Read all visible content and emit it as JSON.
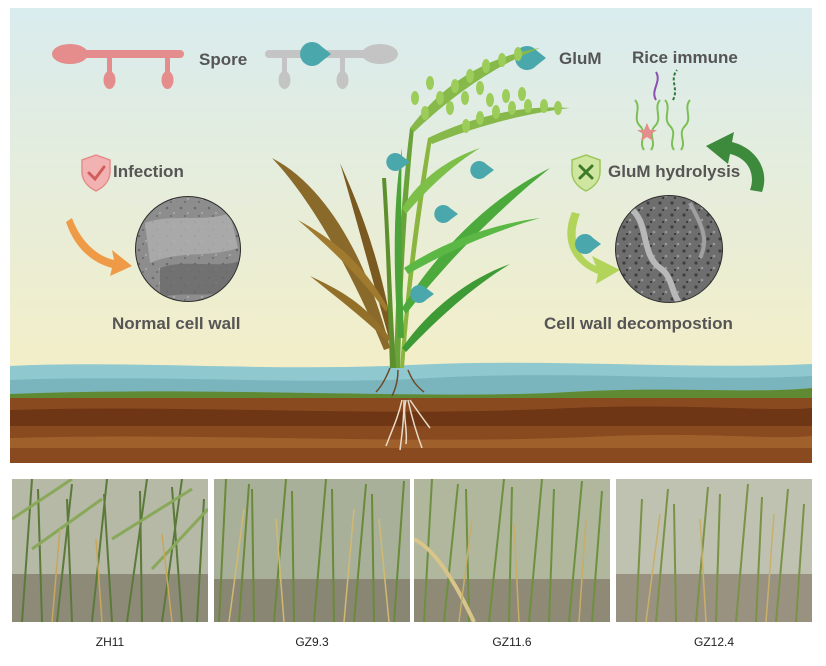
{
  "legend": {
    "spore_label": "Spore",
    "glum_label": "GluM",
    "rice_immune_label": "Rice immune"
  },
  "left_panel": {
    "infection_label": "Infection",
    "normal_cell_wall_label": "Normal cell wall"
  },
  "right_panel": {
    "hydrolysis_label": "GluM hydrolysis",
    "decomposition_label": "Cell wall decompostion"
  },
  "photos": [
    {
      "caption": "ZH11"
    },
    {
      "caption": "GZ9.3"
    },
    {
      "caption": "GZ11.6"
    },
    {
      "caption": "GZ12.4"
    }
  ],
  "colors": {
    "sky_top": "#d9ecee",
    "sky_bottom": "#f3eec8",
    "water": "#8fc8cf",
    "soil": "#8a4a1f",
    "glum_teal": "#4aa8ad",
    "spore_pink": "#e58c8c",
    "arrow_orange": "#ef9a46",
    "arrow_green": "#3d8a3c"
  },
  "icons": [
    "shield-check-icon",
    "shield-x-icon",
    "glum-pacman-icon",
    "infection-arrow-icon",
    "hydrolysis-arrow-icon"
  ]
}
